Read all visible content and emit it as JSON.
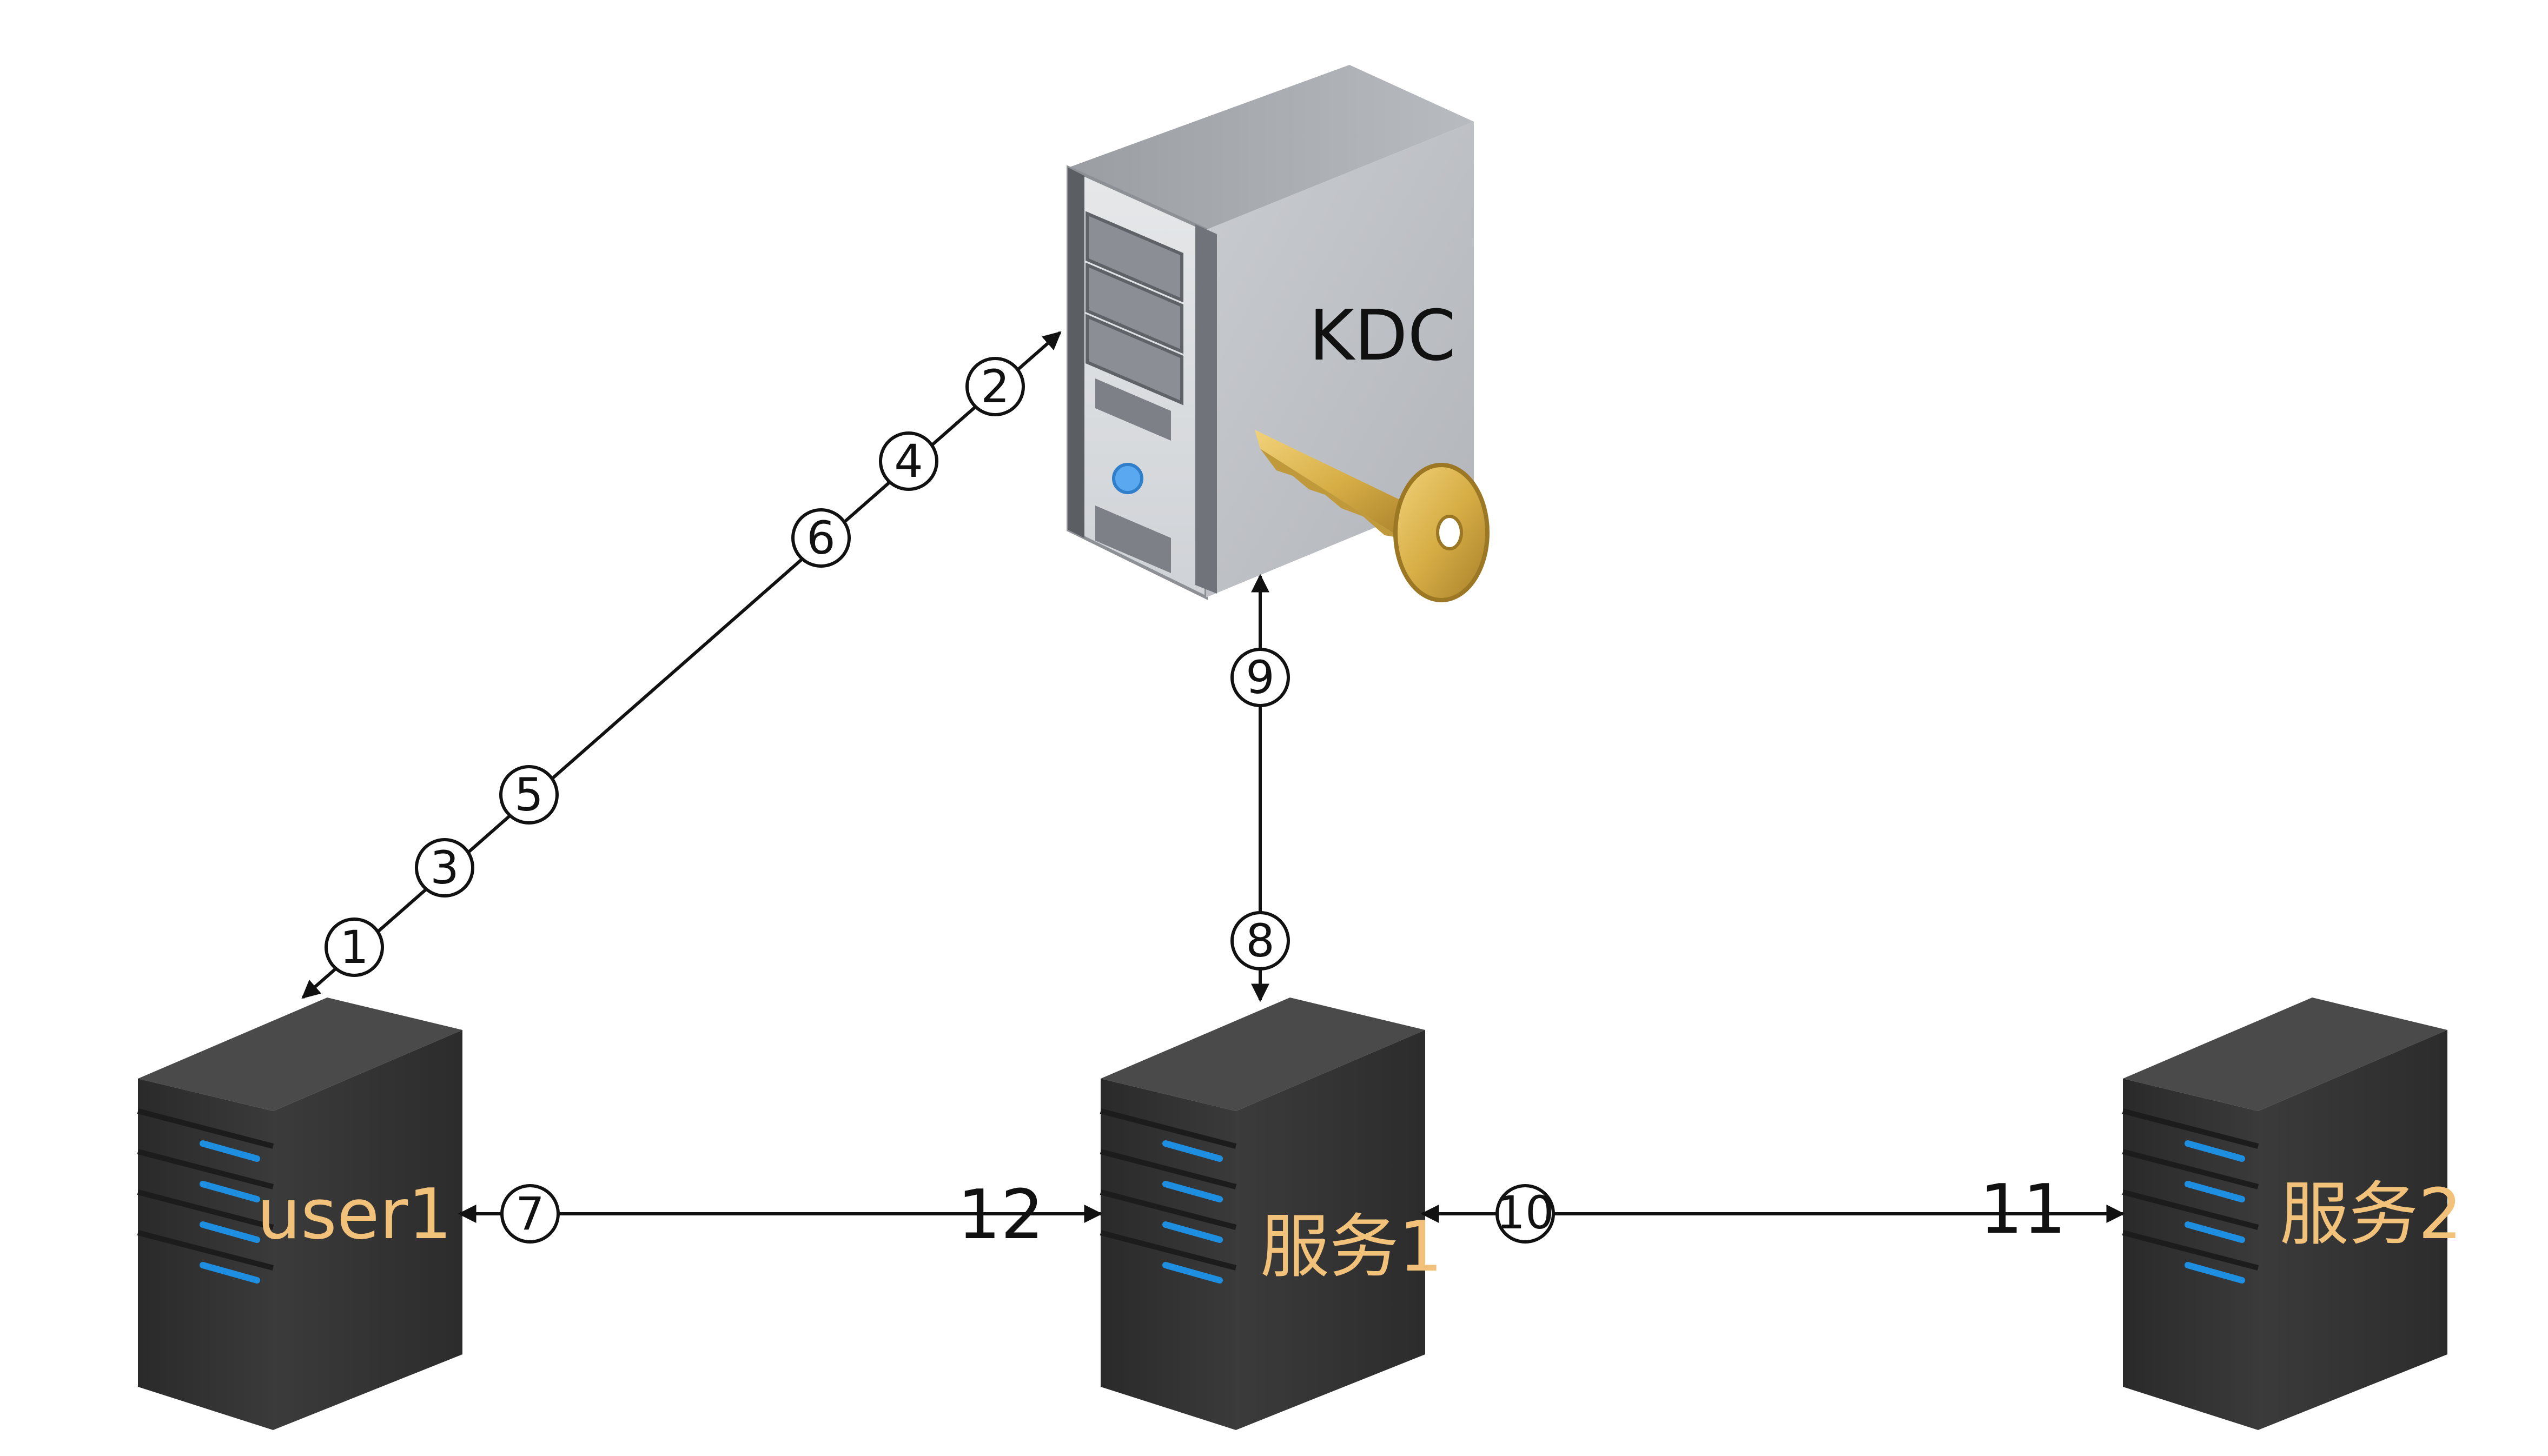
{
  "diagram": {
    "kdc_label": "KDC",
    "nodes": {
      "user1": "user1",
      "service1": "服务1",
      "service2": "服务2"
    },
    "steps": {
      "s1": "1",
      "s2": "2",
      "s3": "3",
      "s4": "4",
      "s5": "5",
      "s6": "6",
      "s7": "7",
      "s8": "8",
      "s9": "9",
      "s10": "10"
    },
    "plain_labels": {
      "l11": "11",
      "l12": "12"
    },
    "colors": {
      "server_dark": "#333333",
      "server_led": "#1e8fe0",
      "node_label": "#f2c27a",
      "kdc_body": "#c4c7cb",
      "key_gold": "#d8b24a",
      "line": "#111111"
    },
    "icons": [
      "kdc-server-icon",
      "key-icon",
      "server-icon"
    ]
  }
}
